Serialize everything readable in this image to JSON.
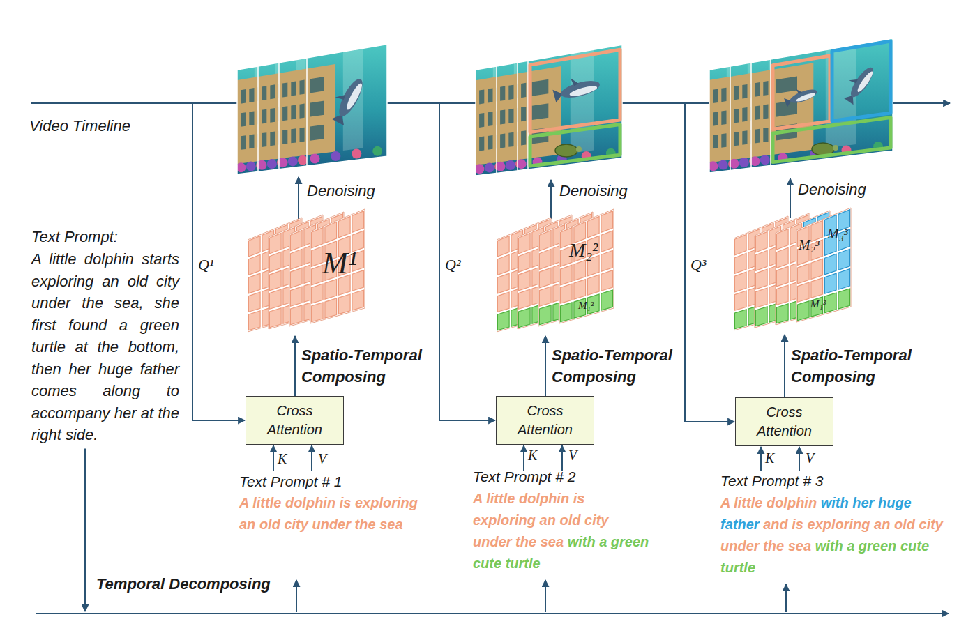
{
  "diagram": {
    "nodes": [
      {
        "text": [
          "M¹"
        ]
      },
      {
        "text": [
          "Cross Attention"
        ]
      },
      {
        "text": [
          "M₂²",
          "M₁²"
        ]
      },
      {
        "text": [
          "Cross Attention"
        ]
      },
      {
        "text": [
          "M₂³",
          "M₃³",
          "M₁³"
        ]
      },
      {
        "text": [
          "Cross Attention"
        ]
      }
    ],
    "edges": [
      {
        "from": 1,
        "to": 0,
        "arrow": "to",
        "label": "Spatio-Temporal Composing"
      },
      {
        "from": 3,
        "to": 2,
        "arrow": "to",
        "label": "Spatio-Temporal Composing"
      },
      {
        "from": 5,
        "to": 4,
        "arrow": "to",
        "label": "Spatio-Temporal Composing"
      }
    ],
    "labels": [
      "Video Timeline",
      "Text Prompt:",
      "A little dolphin starts exploring an old city under the sea, she first found a green turtle at the bottom, then her huge father comes along to accompany her at the right side.",
      "Q¹",
      "Denoising",
      "K",
      "V",
      "Text Prompt # 1",
      "A little dolphin is exploring an old city under the sea",
      "Q²",
      "Denoising",
      "K",
      "V",
      "Text Prompt # 2",
      "A little dolphin is exploring an old city under the sea",
      "with a green cute turtle",
      "Q³",
      "Denoising",
      "K",
      "V",
      "Text Prompt # 3",
      "A little dolphin",
      "with her huge father",
      "and is exploring an old city under the sea",
      "with a green cute turtle",
      "Temporal Decomposing"
    ]
  }
}
